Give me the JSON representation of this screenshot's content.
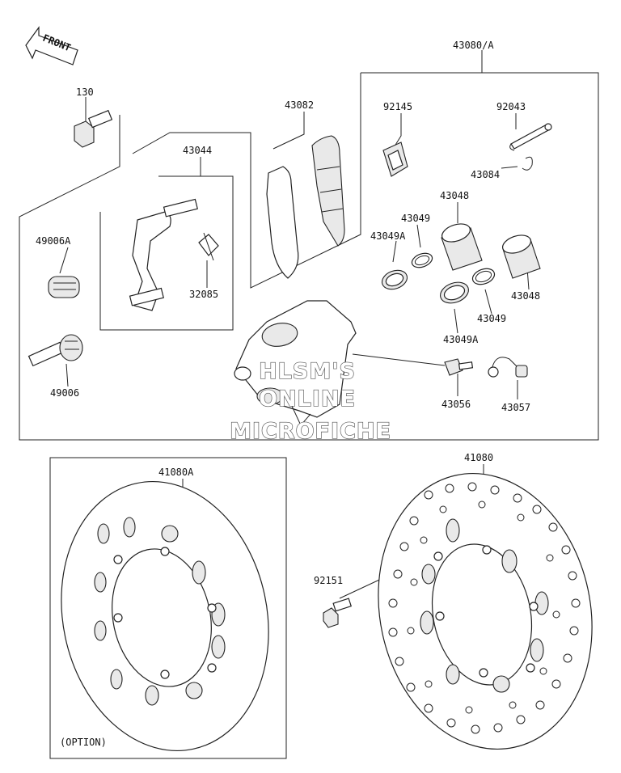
{
  "direction_arrow": "FRONT",
  "option_note": "(OPTION)",
  "watermark": {
    "line1": "HLSM'S",
    "line2": "ONLINE",
    "line3": "MICROFICHE"
  },
  "labels": {
    "p130": "130",
    "p43044": "43044",
    "p43082": "43082",
    "p43080a": "43080/A",
    "p92145": "92145",
    "p92043": "92043",
    "p43084": "43084",
    "p49006a": "49006A",
    "p32085": "32085",
    "p43048a": "43048",
    "p43049a": "43049",
    "p43049a_a": "43049A",
    "p43048b": "43048",
    "p43049b": "43049",
    "p43049a_b": "43049A",
    "p49006": "49006",
    "p43056": "43056",
    "p43057": "43057",
    "p41080a": "41080A",
    "p41080": "41080",
    "p92151": "92151"
  }
}
